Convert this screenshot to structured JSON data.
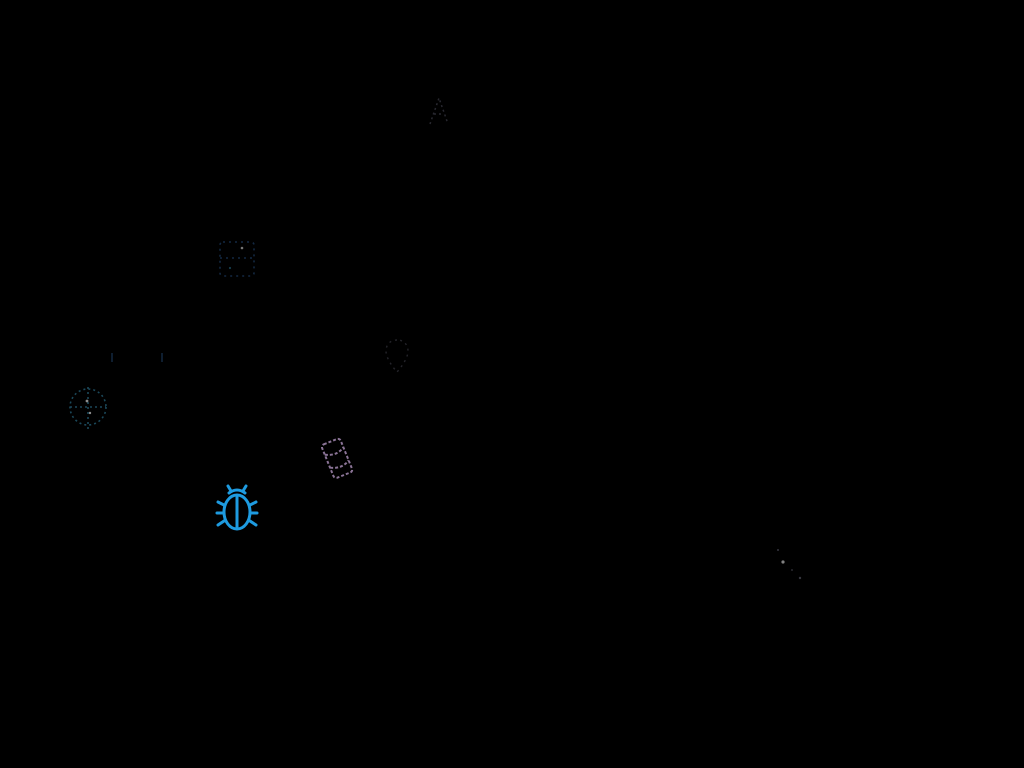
{
  "screen": {
    "background": "#000000"
  },
  "colors": {
    "beetle": "#1e9be0",
    "dim_cyan": "#2a6f8a",
    "dim_blue": "#244a78",
    "lavender": "#b89ac8",
    "faint_gray": "#5a5a6a",
    "white_speck": "#d8d8d8"
  },
  "icons": [
    {
      "name": "beetle-icon",
      "role": "bug",
      "visibility": "bright"
    },
    {
      "name": "faded-compass-icon",
      "role": "compass",
      "visibility": "faint"
    },
    {
      "name": "faded-scroll-icon",
      "role": "scroll",
      "visibility": "faint"
    },
    {
      "name": "faded-box-icon",
      "role": "box",
      "visibility": "faint"
    },
    {
      "name": "faded-marker-icon",
      "role": "marker",
      "visibility": "faint"
    },
    {
      "name": "faded-glyph-icon",
      "role": "glyph",
      "visibility": "faint"
    },
    {
      "name": "faded-sparkle-icon",
      "role": "sparkle",
      "visibility": "faint"
    },
    {
      "name": "faded-dash-icon",
      "role": "dash",
      "visibility": "faint"
    }
  ]
}
